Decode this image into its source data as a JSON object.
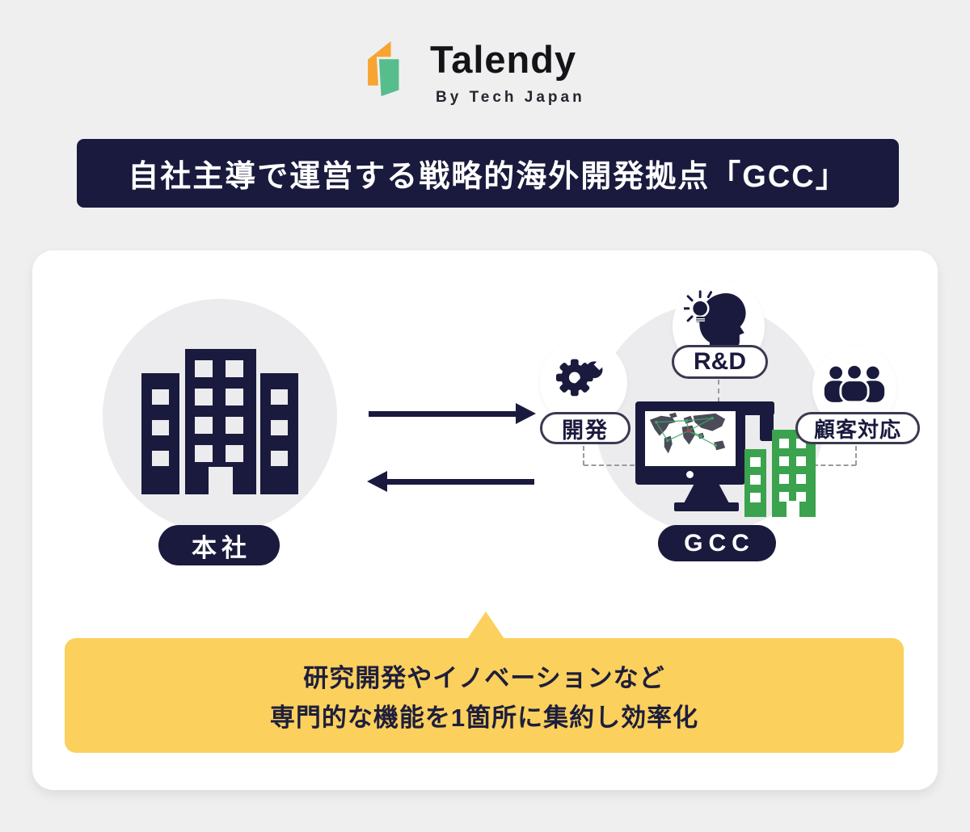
{
  "header": {
    "brand": "Talendy",
    "subtitle": "By Tech Japan",
    "logo_icon": "talendy-logo-mark",
    "logo_colors": {
      "orange": "#F7A431",
      "green": "#57BD8C"
    }
  },
  "title_banner": {
    "text": "自社主導で運営する戦略的海外開発拠点「GCC」",
    "bg": "#1A1A3E",
    "text_color": "#FFFFFF"
  },
  "diagram": {
    "headquarters": {
      "label": "本社",
      "icon": "office-building-icon"
    },
    "gcc": {
      "label": "GCC",
      "icon": "global-monitor-icon",
      "building_icon": "green-building-icon"
    },
    "satellites": [
      {
        "label": "開発",
        "icon": "gear-wrench-icon"
      },
      {
        "label": "R&D",
        "icon": "idea-head-icon"
      },
      {
        "label": "顧客対応",
        "icon": "people-group-icon"
      }
    ],
    "arrows": {
      "direction": "bidirectional",
      "color": "#1A1A3E"
    }
  },
  "callout": {
    "line1": "研究開発やイノベーションなど",
    "line2": "専門的な機能を1箇所に集約し効率化",
    "bg": "#FBD05C"
  },
  "colors": {
    "background": "#EFEFF0",
    "navy": "#1A1A3E",
    "card": "#FFFFFF",
    "circle_gray": "#ECECEE",
    "green_building": "#3BA24E",
    "map_land": "#4B4B59",
    "map_network": "#3FA66A",
    "dash_gray": "#9A9AA3",
    "pill_border": "#3A3A50"
  }
}
